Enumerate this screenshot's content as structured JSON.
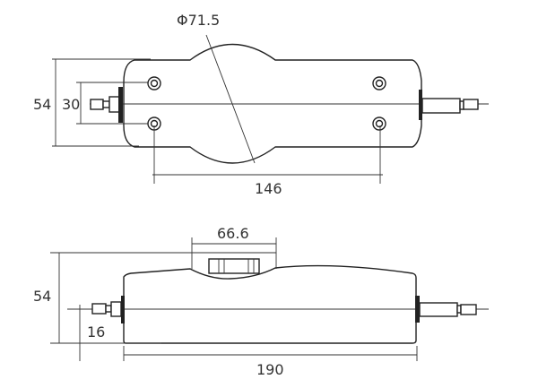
{
  "top_view": {
    "diameter_label": "Φ71.5",
    "height_label": "54",
    "hole_spacing_vertical_label": "30",
    "hole_spacing_horizontal_label": "146"
  },
  "side_view": {
    "display_width_label": "66.6",
    "height_label": "54",
    "axis_height_label": "16",
    "length_label": "190"
  }
}
